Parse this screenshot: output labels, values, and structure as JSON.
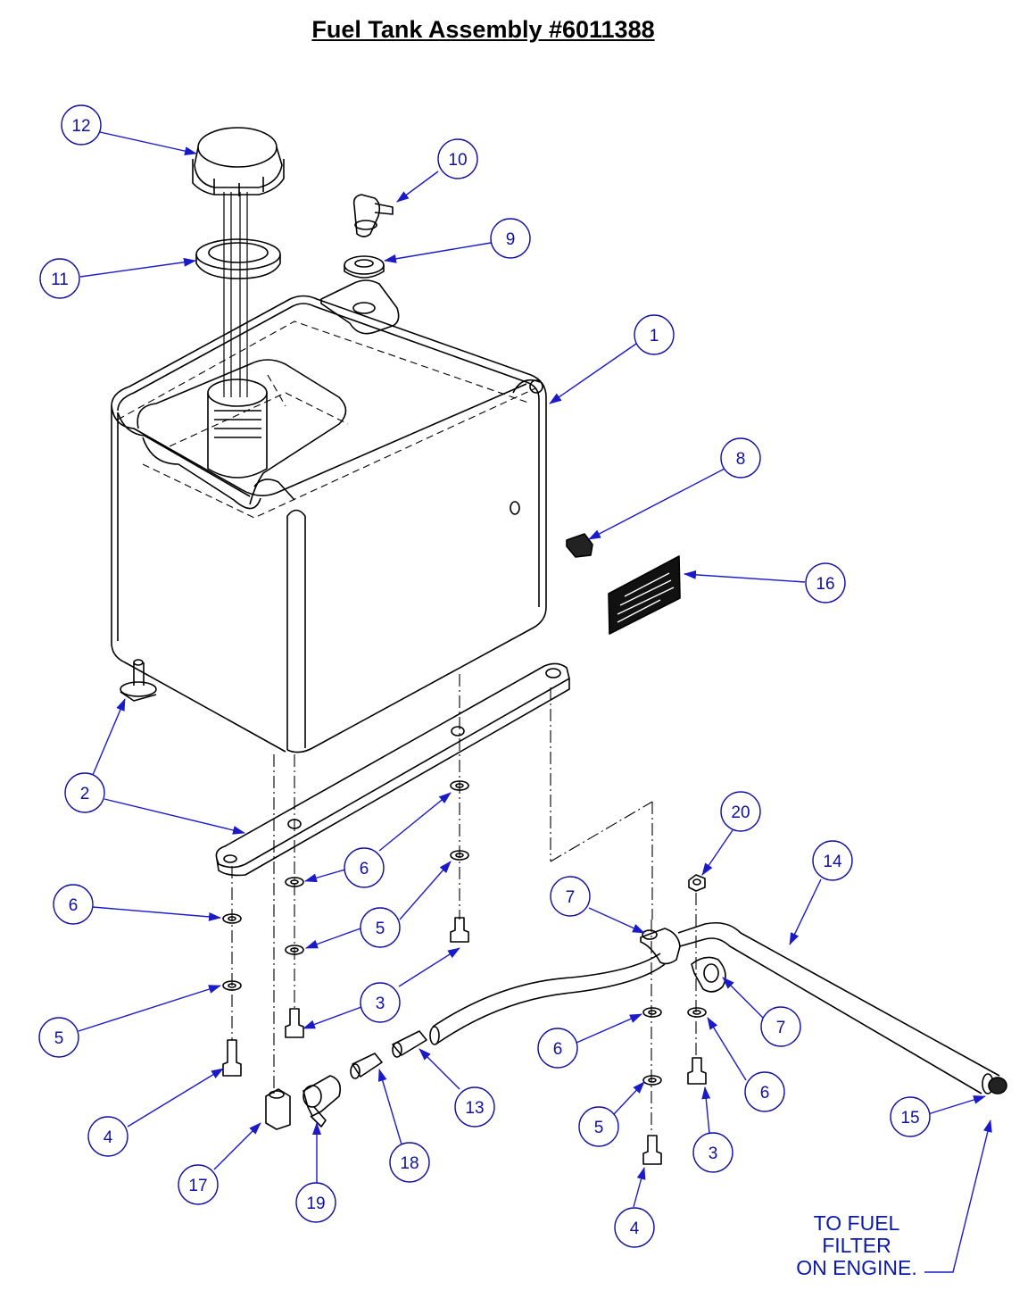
{
  "title": "Fuel Tank Assembly #6011388",
  "note": [
    "TO FUEL",
    "FILTER",
    "ON ENGINE."
  ],
  "colors": {
    "callout": "#1010a0",
    "leader": "#1a1ac8",
    "line": "#000000"
  },
  "callouts": [
    {
      "id": "12",
      "label": "12"
    },
    {
      "id": "10",
      "label": "10"
    },
    {
      "id": "9",
      "label": "9"
    },
    {
      "id": "11",
      "label": "11"
    },
    {
      "id": "1",
      "label": "1"
    },
    {
      "id": "8",
      "label": "8"
    },
    {
      "id": "16",
      "label": "16"
    },
    {
      "id": "2",
      "label": "2"
    },
    {
      "id": "20",
      "label": "20"
    },
    {
      "id": "14",
      "label": "14"
    },
    {
      "id": "6a",
      "label": "6"
    },
    {
      "id": "6b",
      "label": "6"
    },
    {
      "id": "5a",
      "label": "5"
    },
    {
      "id": "5b",
      "label": "5"
    },
    {
      "id": "7a",
      "label": "7"
    },
    {
      "id": "7b",
      "label": "7"
    },
    {
      "id": "3a",
      "label": "3"
    },
    {
      "id": "6c",
      "label": "6"
    },
    {
      "id": "6d",
      "label": "6"
    },
    {
      "id": "13",
      "label": "13"
    },
    {
      "id": "4a",
      "label": "4"
    },
    {
      "id": "5c",
      "label": "5"
    },
    {
      "id": "15",
      "label": "15"
    },
    {
      "id": "3b",
      "label": "3"
    },
    {
      "id": "17",
      "label": "17"
    },
    {
      "id": "18",
      "label": "18"
    },
    {
      "id": "19",
      "label": "19"
    },
    {
      "id": "4b",
      "label": "4"
    }
  ]
}
